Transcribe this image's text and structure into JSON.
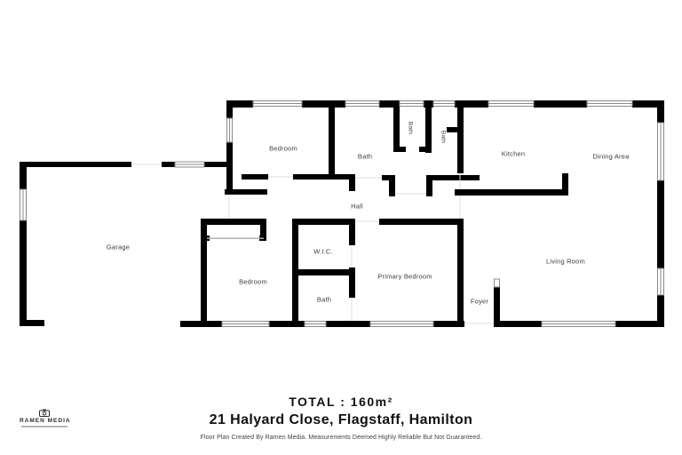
{
  "branding": {
    "logo_text": "RAMEN MEDIA",
    "logo_icon": "camera-icon"
  },
  "summary": {
    "total": "TOTAL : 160m²",
    "address": "21 Halyard Close, Flagstaff, Hamilton",
    "disclaimer": "Floor Plan Created By Ramen Media. Measurements Deemed Highly Reliable But Not Guaranteed."
  },
  "plan": {
    "rooms": [
      {
        "id": "bedroom-top",
        "label": "Bedroom"
      },
      {
        "id": "bath-top",
        "label": "Bath"
      },
      {
        "id": "bath-small-1",
        "label": "Bath"
      },
      {
        "id": "bath-small-2",
        "label": "Bath"
      },
      {
        "id": "kitchen",
        "label": "Kitchen"
      },
      {
        "id": "dining-area",
        "label": "Dining Area"
      },
      {
        "id": "garage",
        "label": "Garage"
      },
      {
        "id": "hall",
        "label": "Hall"
      },
      {
        "id": "bedroom-bottom",
        "label": "Bedroom"
      },
      {
        "id": "wic",
        "label": "W.I.C."
      },
      {
        "id": "bath-bottom",
        "label": "Bath"
      },
      {
        "id": "primary-bedroom",
        "label": "Primary Bedroom"
      },
      {
        "id": "living-room",
        "label": "Living Room"
      },
      {
        "id": "foyer",
        "label": "Foyer"
      }
    ],
    "colors": {
      "wall": "#000000",
      "window_border": "#8a8a8a",
      "door_line": "#dddddd"
    }
  }
}
